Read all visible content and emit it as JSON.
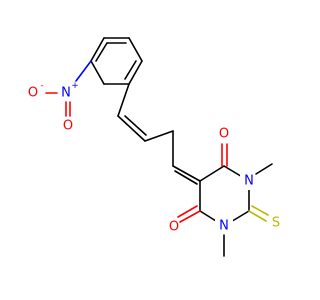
{
  "colors": {
    "carbon_bond": "#000000",
    "oxygen": "#ff0000",
    "nitrogen": "#0000ff",
    "sulfur": "#b8b800"
  },
  "atoms": {
    "nitro_o_minus": {
      "symbol": "O",
      "charge": "-"
    },
    "nitro_n_plus": {
      "symbol": "N",
      "charge": "+"
    },
    "nitro_o_double": {
      "symbol": "O"
    },
    "ring_o_upper": {
      "symbol": "O"
    },
    "ring_o_lower": {
      "symbol": "O"
    },
    "ring_n_upper": {
      "symbol": "N"
    },
    "ring_n_lower": {
      "symbol": "N"
    },
    "thione_s": {
      "symbol": "S"
    }
  }
}
